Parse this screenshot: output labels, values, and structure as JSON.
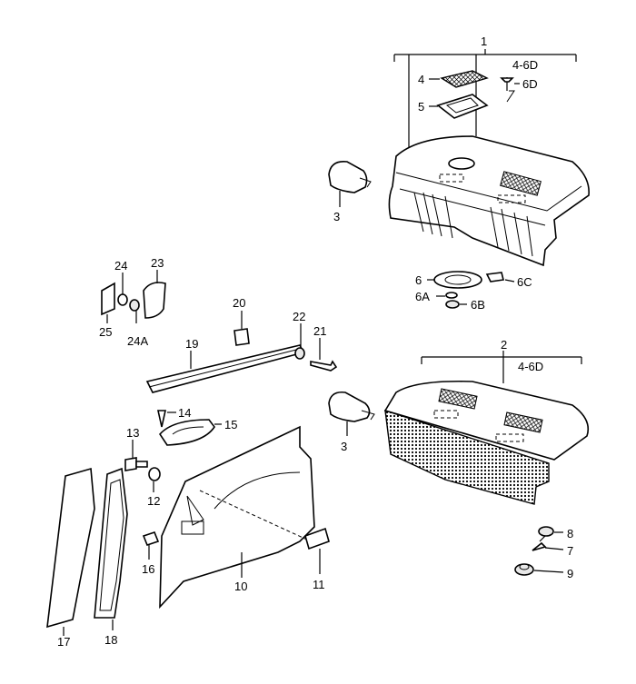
{
  "callouts": {
    "c1": "1",
    "c1_range": "4-6D",
    "c2": "2",
    "c2_range": "4-6D",
    "c3a": "3",
    "c3b": "3",
    "c4": "4",
    "c5": "5",
    "c6": "6",
    "c6A": "6A",
    "c6B": "6B",
    "c6C": "6C",
    "c6D": "6D",
    "c7": "7",
    "c8": "8",
    "c9": "9",
    "c10": "10",
    "c11": "11",
    "c12": "12",
    "c13": "13",
    "c14": "14",
    "c15": "15",
    "c16": "16",
    "c17": "17",
    "c18": "18",
    "c19": "19",
    "c20": "20",
    "c21": "21",
    "c22": "22",
    "c23": "23",
    "c24": "24",
    "c24A": "24A",
    "c25": "25"
  }
}
